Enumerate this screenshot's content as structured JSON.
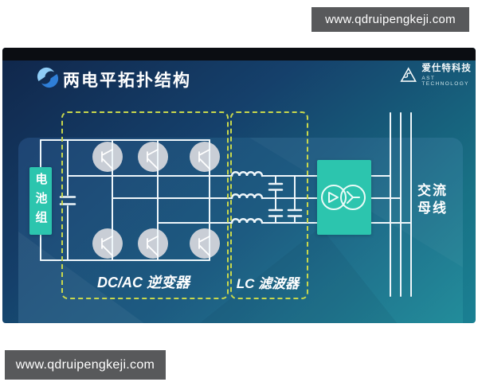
{
  "watermarks": {
    "top": "www.qdruipengkeji.com",
    "bottom": "www.qdruipengkeji.com"
  },
  "header": {
    "title": "两电平拓扑结构",
    "brand_name": "爱仕特科技",
    "brand_sub": "AST TECHNOLOGY"
  },
  "diagram": {
    "battery_label": "电池组",
    "inverter_label": "DC/AC 逆变器",
    "filter_label": "LC 滤波器",
    "ac_bus_label": [
      "交流",
      "母线"
    ]
  },
  "colors": {
    "accent": "#2cc5ae",
    "dash": "#c9d84c",
    "wire": "#eef6fa",
    "panel-navy": "#12294d",
    "panel-teal": "#1a8093",
    "watermark-bg": "#58595b",
    "switch-fill": "#c9ced6"
  }
}
